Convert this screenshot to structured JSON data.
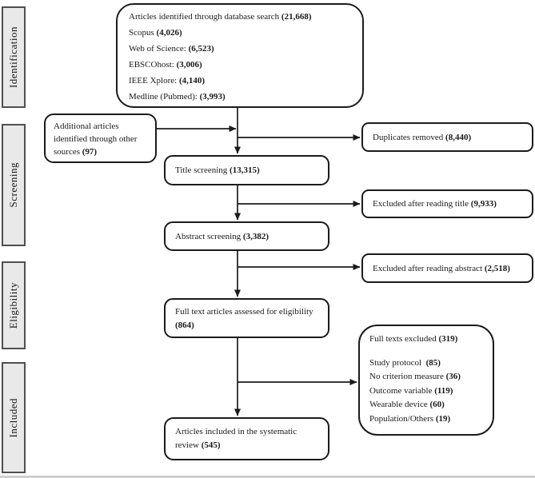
{
  "diagram_title": "PRISMA flow diagram",
  "colors": {
    "box_border": "#1b1b1b",
    "box_fill": "#ffffff",
    "sidebar_fill": "#e9e9e9",
    "sidebar_border": "#4f4f4f",
    "text": "#1a1a1a",
    "bottom_rule": "#cfcfcf"
  },
  "sidebar": {
    "labels": [
      {
        "text": "Identification"
      },
      {
        "text": "Screening"
      },
      {
        "text": "Eligibility"
      },
      {
        "text": "Included"
      }
    ]
  },
  "boxes": {
    "database_search": {
      "lines": [
        {
          "label": "Articles identified through database search ",
          "value": "(21,668)"
        },
        {
          "label": "Scopus ",
          "value": "(4,026)"
        },
        {
          "label": "Web of Science: ",
          "value": "(6,523)"
        },
        {
          "label": "EBSCOhost: ",
          "value": "(3,006)"
        },
        {
          "label": "IEEE Xplore: ",
          "value": "(4,140)"
        },
        {
          "label": "Medline (Pubmed): ",
          "value": "(3,993)"
        }
      ]
    },
    "additional_sources": {
      "lines": [
        {
          "label": "Additional articles identified through other sources ",
          "value": "(97)"
        }
      ]
    },
    "duplicates_removed": {
      "lines": [
        {
          "label": "Duplicates removed ",
          "value": "(8,440)"
        }
      ]
    },
    "title_screening": {
      "lines": [
        {
          "label": "Title screening ",
          "value": "(13,315)"
        }
      ]
    },
    "excluded_title": {
      "lines": [
        {
          "label": "Excluded after reading title ",
          "value": "(9,933)"
        }
      ]
    },
    "abstract_screening": {
      "lines": [
        {
          "label": "Abstract screening ",
          "value": "(3,382)"
        }
      ]
    },
    "excluded_abstract": {
      "lines": [
        {
          "label": "Excluded after reading abstract ",
          "value": "(2,518)"
        }
      ]
    },
    "fulltext_assessed": {
      "lines": [
        {
          "label": "Full text articles assessed for eligibility ",
          "value": "(864)"
        }
      ]
    },
    "fulltext_excluded": {
      "lines": [
        {
          "label": "Full texts excluded ",
          "value": "(319)"
        },
        {
          "label": "",
          "value": ""
        },
        {
          "label": "Study protocol  ",
          "value": "(85)"
        },
        {
          "label": "No criterion measure ",
          "value": "(36)"
        },
        {
          "label": "Outcome variable ",
          "value": "(119)"
        },
        {
          "label": "Wearable device ",
          "value": "(60)"
        },
        {
          "label": "Population/Others ",
          "value": "(19)"
        }
      ]
    },
    "included_review": {
      "lines": [
        {
          "label": "Articles included in the systematic review ",
          "value": "(545)"
        }
      ]
    }
  }
}
